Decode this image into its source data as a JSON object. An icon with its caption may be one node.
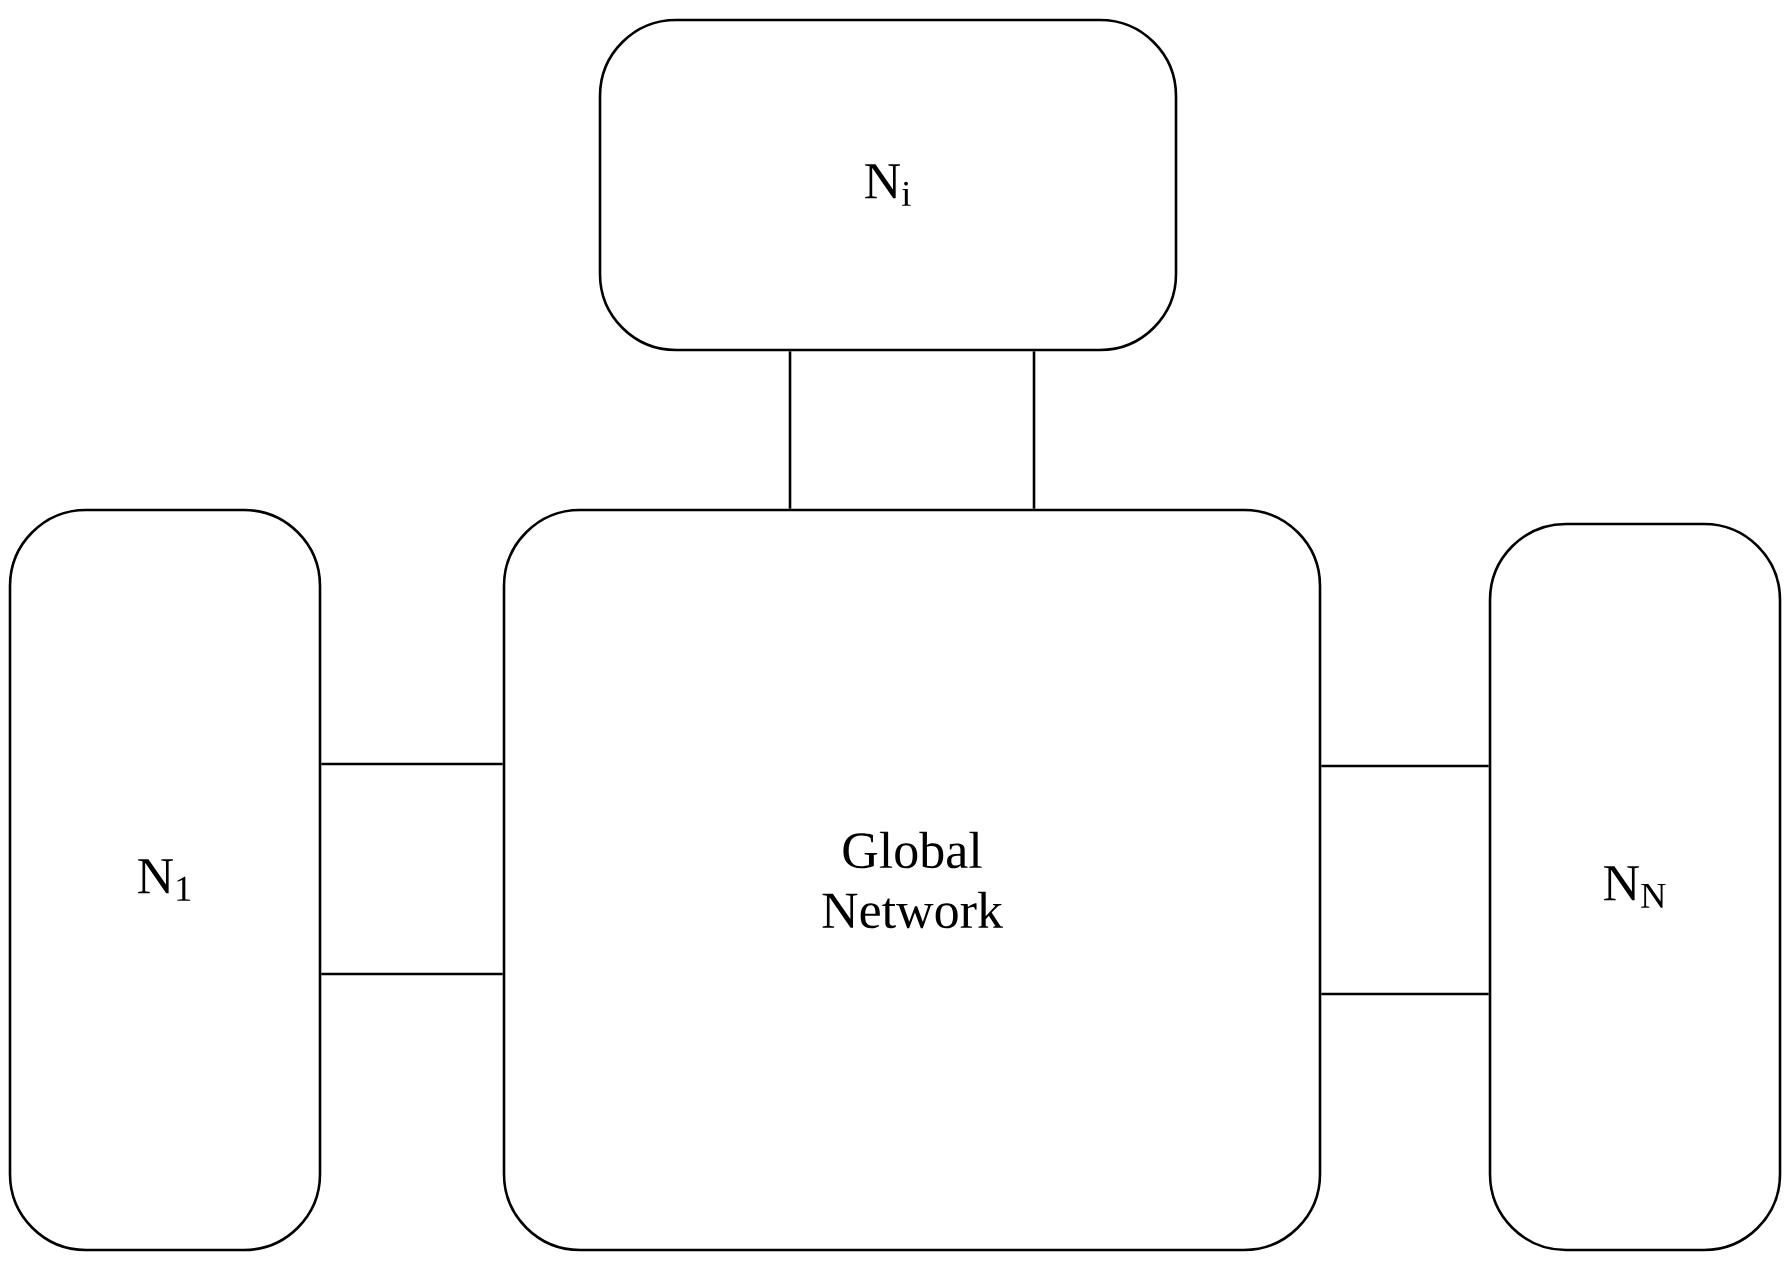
{
  "diagram": {
    "nodes": [
      {
        "text": [
          "N$_{i}$"
        ]
      },
      {
        "text": [
          "N$_{1}$"
        ]
      },
      {
        "text": [
          "Global Network"
        ]
      },
      {
        "text": [
          "N$_{N}$"
        ]
      }
    ],
    "edges": [
      {
        "from": 0,
        "to": 2,
        "arrow": "none"
      },
      {
        "from": 0,
        "to": 2,
        "arrow": "none"
      },
      {
        "from": 1,
        "to": 2,
        "arrow": "none"
      },
      {
        "from": 1,
        "to": 2,
        "arrow": "none"
      },
      {
        "from": 2,
        "to": 3,
        "arrow": "none"
      },
      {
        "from": 2,
        "to": 3,
        "arrow": "none"
      }
    ]
  }
}
